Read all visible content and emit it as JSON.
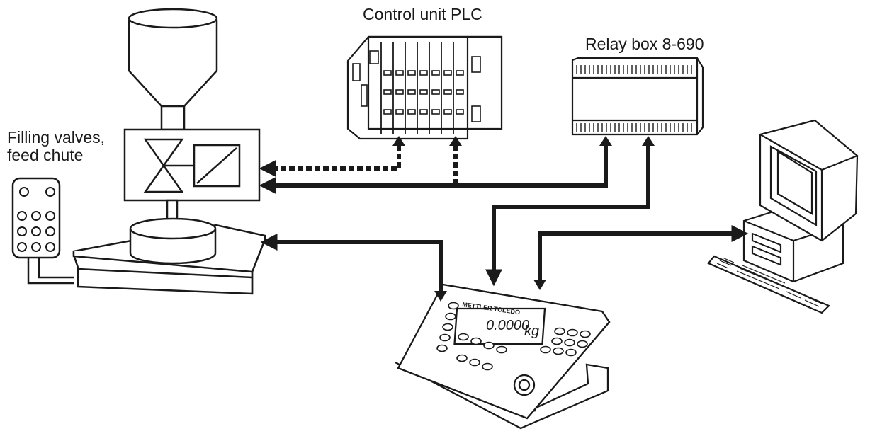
{
  "labels": {
    "plc": "Control unit PLC",
    "relay": "Relay box 8-690",
    "filling_line1": "Filling valves,",
    "filling_line2": "feed chute"
  },
  "terminal": {
    "brand": "METTLER TOLEDO",
    "reading": "0.0000",
    "unit": "kg"
  }
}
